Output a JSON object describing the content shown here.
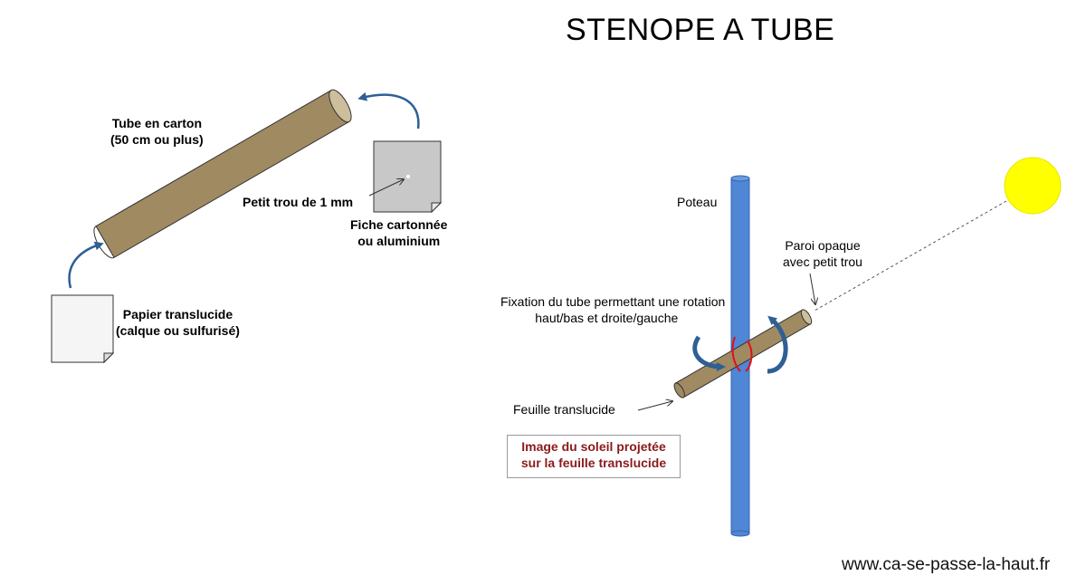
{
  "title": "STENOPE A TUBE",
  "left_diagram": {
    "tube_label": [
      "Tube en carton",
      "(50 cm ou plus)"
    ],
    "hole_label": "Petit trou de 1 mm",
    "card_label": [
      "Fiche cartonnée",
      "ou aluminium"
    ],
    "paper_label": [
      "Papier translucide",
      "(calque ou sulfurisé)"
    ]
  },
  "right_diagram": {
    "pole_label": "Poteau",
    "wall_label": [
      "Paroi opaque",
      "avec petit trou"
    ],
    "fixation_label": [
      "Fixation du tube permettant une rotation",
      "haut/bas et droite/gauche"
    ],
    "sheet_label": "Feuille translucide",
    "result_box": [
      "Image du soleil projetée",
      "sur la feuille translucide"
    ]
  },
  "website": "www.ca-se-passe-la-haut.fr",
  "colors": {
    "tube": "#a08a62",
    "tube_end": "#cdbf9c",
    "pole": "#4f86d6",
    "sun": "#ffff00",
    "arrow": "#2e5f95",
    "result_text": "#8b1a1a",
    "sheet_grey": "#c8c8c8",
    "sheet_white": "#f5f5f5",
    "fixation": "#e0101a"
  }
}
